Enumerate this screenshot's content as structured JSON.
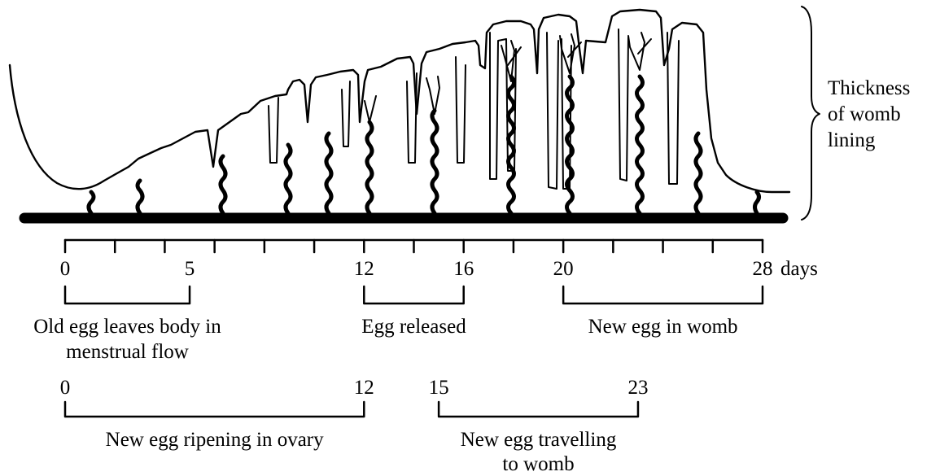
{
  "figure": {
    "lining_label": [
      "Thickness",
      "of womb",
      "lining"
    ],
    "day_axis": {
      "unit_label": "days",
      "tick_days": [
        0,
        2,
        4,
        6,
        8,
        10,
        12,
        14,
        16,
        18,
        20,
        22,
        24,
        26,
        28
      ],
      "labels": [
        {
          "day": 0,
          "text": "0"
        },
        {
          "day": 5,
          "text": "5"
        },
        {
          "day": 12,
          "text": "12"
        },
        {
          "day": 16,
          "text": "16"
        },
        {
          "day": 20,
          "text": "20"
        },
        {
          "day": 28,
          "text": "28"
        }
      ]
    },
    "phases_row1": [
      {
        "start": 0,
        "end": 5,
        "caption": [
          "Old egg leaves body in",
          "menstrual flow"
        ]
      },
      {
        "start": 12,
        "end": 16,
        "caption": [
          "Egg released"
        ]
      },
      {
        "start": 20,
        "end": 28,
        "caption": [
          "New egg in womb"
        ]
      }
    ],
    "phases_row2": [
      {
        "start": 0,
        "end": 12,
        "start_label": "0",
        "end_label": "12",
        "caption": [
          "New egg ripening in ovary"
        ]
      },
      {
        "start": 15,
        "end": 23,
        "start_label": "15",
        "end_label": "23",
        "caption": [
          "New egg travelling",
          "to womb"
        ]
      }
    ]
  }
}
